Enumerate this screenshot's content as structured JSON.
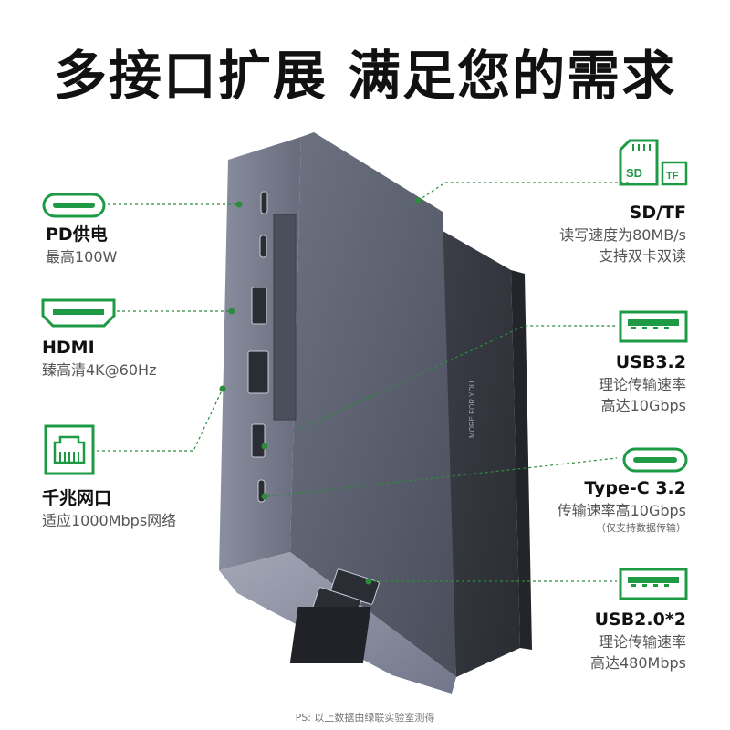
{
  "headline": "多接口扩展  满足您的需求",
  "features": {
    "pd": {
      "title": "PD供电",
      "sub": "最高100W",
      "icon": "usb-c-port-icon"
    },
    "hdmi": {
      "title": "HDMI",
      "sub": "臻高清4K@60Hz",
      "icon": "hdmi-port-icon"
    },
    "rj45": {
      "title": "千兆网口",
      "sub": "适应1000Mbps网络",
      "icon": "ethernet-port-icon"
    },
    "sdtf": {
      "title": "SD/TF",
      "sub1": "读写速度为80MB/s",
      "sub2": "支持双卡双读",
      "icon": "sd-tf-card-icon",
      "sd_label": "SD",
      "tf_label": "TF"
    },
    "usb32": {
      "title": "USB3.2",
      "sub1": "理论传输速率",
      "sub2": "高达10Gbps",
      "icon": "usb-a-port-icon"
    },
    "typec32": {
      "title": "Type-C 3.2",
      "sub1": "传输速率高10Gbps",
      "sub2": "（仅支持数据传输）",
      "icon": "usb-c-port-icon"
    },
    "usb20": {
      "title": "USB2.0*2",
      "sub1": "理论传输速率",
      "sub2": "高达480Mbps",
      "icon": "usb-a-port-icon"
    }
  },
  "device_text": "MORE FOR YOU",
  "footer": "PS: 以上数据由绿联实验室测得",
  "colors": {
    "accent_green": "#1e9a45",
    "leader_green": "#2e8b3e",
    "device_grey": "#5a5e6b"
  }
}
